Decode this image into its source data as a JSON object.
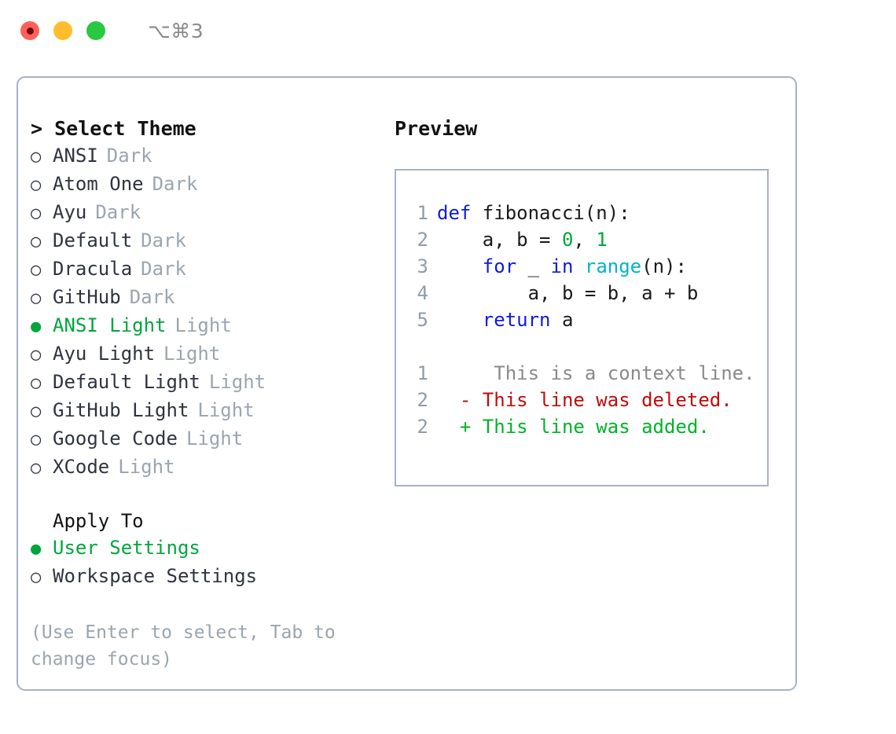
{
  "titlebar": {
    "lights": [
      {
        "name": "close-button",
        "color": "#ff6059"
      },
      {
        "name": "minimize-button",
        "color": "#ffbd2e"
      },
      {
        "name": "maximize-button",
        "color": "#28c840"
      }
    ],
    "shortcut": "⌥⌘3"
  },
  "theme_panel": {
    "title": "> Select Theme",
    "items": [
      {
        "marker": "○",
        "label": "ANSI",
        "variant": "Dark",
        "selected": false
      },
      {
        "marker": "○",
        "label": "Atom One",
        "variant": "Dark",
        "selected": false
      },
      {
        "marker": "○",
        "label": "Ayu",
        "variant": "Dark",
        "selected": false
      },
      {
        "marker": "○",
        "label": "Default",
        "variant": "Dark",
        "selected": false
      },
      {
        "marker": "○",
        "label": "Dracula",
        "variant": "Dark",
        "selected": false
      },
      {
        "marker": "○",
        "label": "GitHub",
        "variant": "Dark",
        "selected": false
      },
      {
        "marker": "●",
        "label": "ANSI Light",
        "variant": "Light",
        "selected": true
      },
      {
        "marker": "○",
        "label": "Ayu Light",
        "variant": "Light",
        "selected": false
      },
      {
        "marker": "○",
        "label": "Default Light",
        "variant": "Light",
        "selected": false
      },
      {
        "marker": "○",
        "label": "GitHub Light",
        "variant": "Light",
        "selected": false
      },
      {
        "marker": "○",
        "label": "Google Code",
        "variant": "Light",
        "selected": false
      },
      {
        "marker": "○",
        "label": "XCode",
        "variant": "Light",
        "selected": false
      }
    ]
  },
  "apply_to": {
    "heading": "Apply To",
    "options": [
      {
        "marker": "●",
        "label": "User Settings",
        "selected": true
      },
      {
        "marker": "○",
        "label": "Workspace Settings",
        "selected": false
      }
    ]
  },
  "hint": "(Use Enter to select, Tab to change focus)",
  "preview": {
    "title": "Preview",
    "code_lines": [
      {
        "no": "1",
        "tokens": [
          {
            "t": "def",
            "c": "kw"
          },
          {
            "t": " fibonacci(n):",
            "c": "plain"
          }
        ]
      },
      {
        "no": "2",
        "tokens": [
          {
            "t": "    a, b = ",
            "c": "plain"
          },
          {
            "t": "0",
            "c": "num"
          },
          {
            "t": ", ",
            "c": "plain"
          },
          {
            "t": "1",
            "c": "num"
          }
        ]
      },
      {
        "no": "3",
        "tokens": [
          {
            "t": "    ",
            "c": "plain"
          },
          {
            "t": "for",
            "c": "kw"
          },
          {
            "t": " _ ",
            "c": "plain"
          },
          {
            "t": "in",
            "c": "kw"
          },
          {
            "t": " ",
            "c": "plain"
          },
          {
            "t": "range",
            "c": "fn"
          },
          {
            "t": "(n):",
            "c": "plain"
          }
        ]
      },
      {
        "no": "4",
        "tokens": [
          {
            "t": "        a, b = b, a + b",
            "c": "plain"
          }
        ]
      },
      {
        "no": "5",
        "tokens": [
          {
            "t": "    ",
            "c": "plain"
          },
          {
            "t": "return",
            "c": "kw"
          },
          {
            "t": " a",
            "c": "plain"
          }
        ]
      }
    ],
    "diff_lines": [
      {
        "no": "1",
        "sign": " ",
        "text": "  This is a context line.",
        "kind": "ctx"
      },
      {
        "no": "2",
        "sign": "-",
        "text": " This line was deleted.",
        "kind": "del"
      },
      {
        "no": "2",
        "sign": "+",
        "text": " This line was added.",
        "kind": "add"
      }
    ]
  },
  "colors": {
    "accent_green": "#00a63c",
    "muted": "#9aa5b1",
    "border": "#a8b2c1",
    "keyword": "#0d1cdb",
    "function": "#00b6c4",
    "number": "#00a63c",
    "diff_deleted": "#c00b0b",
    "diff_added": "#00b32a",
    "diff_context": "#8a8a8a"
  }
}
